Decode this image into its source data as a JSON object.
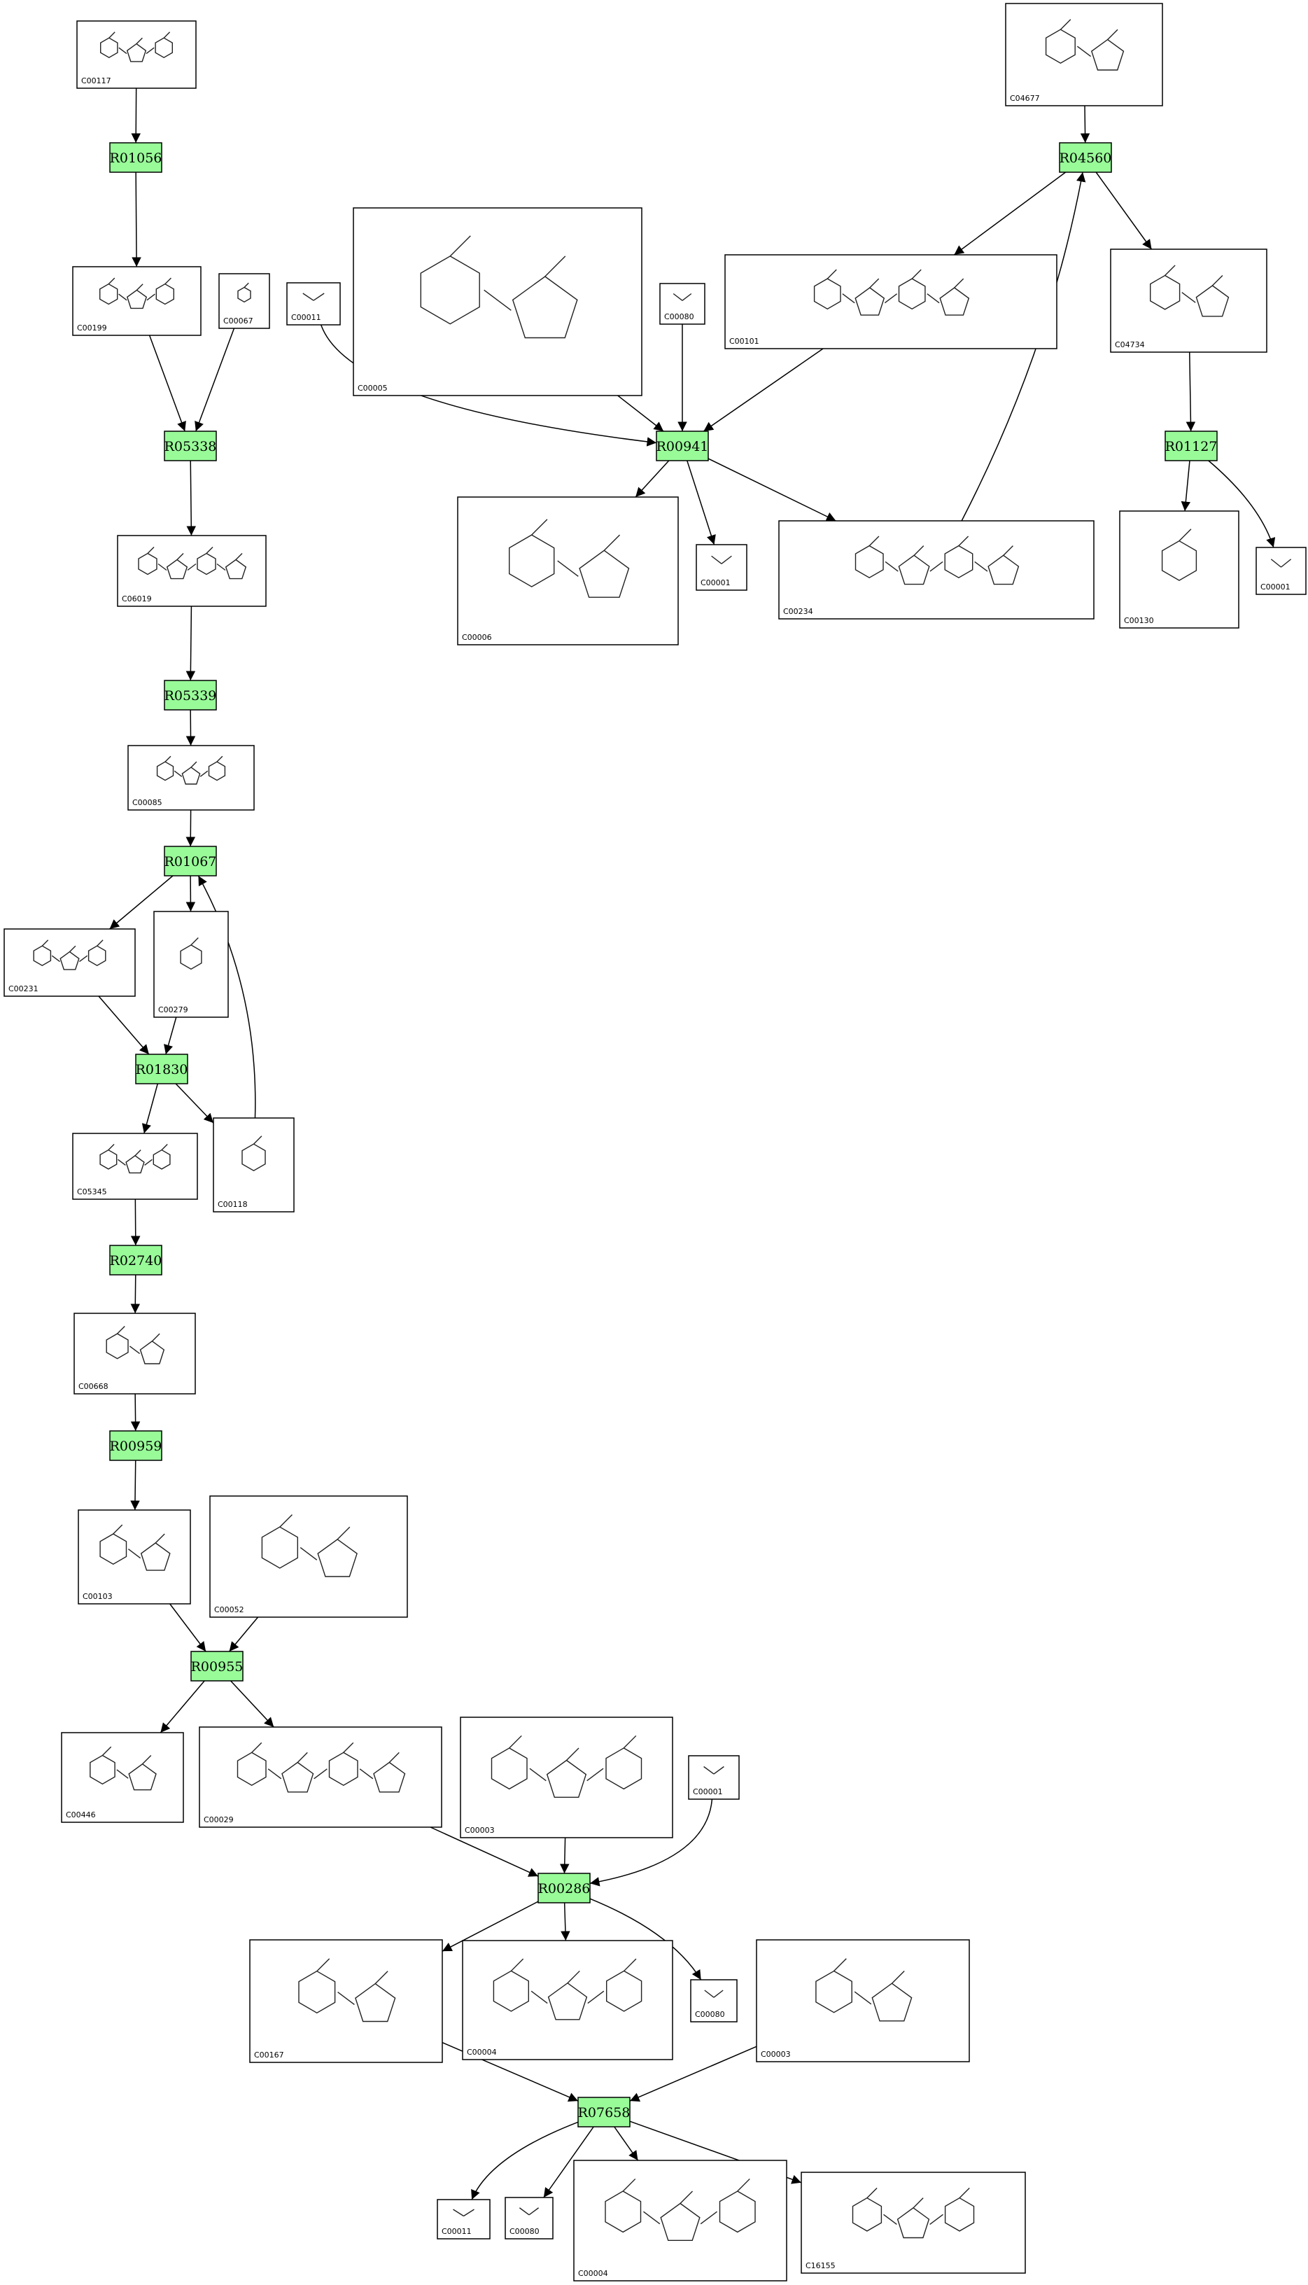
{
  "reactions": [
    {
      "id": "R01056"
    },
    {
      "id": "R05338"
    },
    {
      "id": "R05339"
    },
    {
      "id": "R01067"
    },
    {
      "id": "R01830"
    },
    {
      "id": "R02740"
    },
    {
      "id": "R00959"
    },
    {
      "id": "R00955"
    },
    {
      "id": "R00286"
    },
    {
      "id": "R07658"
    },
    {
      "id": "R04560"
    },
    {
      "id": "R00941"
    },
    {
      "id": "R01127"
    }
  ],
  "compounds": [
    {
      "id": "C00117"
    },
    {
      "id": "C00199"
    },
    {
      "id": "C00067"
    },
    {
      "id": "C06019"
    },
    {
      "id": "C00085"
    },
    {
      "id": "C00231"
    },
    {
      "id": "C00279"
    },
    {
      "id": "C05345"
    },
    {
      "id": "C00118"
    },
    {
      "id": "C00668"
    },
    {
      "id": "C00103"
    },
    {
      "id": "C00052"
    },
    {
      "id": "C00446"
    },
    {
      "id": "C00029"
    },
    {
      "id": "C00003",
      "key": "C00003a"
    },
    {
      "id": "C00001",
      "key": "C00001a"
    },
    {
      "id": "C00167"
    },
    {
      "id": "C00004",
      "key": "C00004a"
    },
    {
      "id": "C00080",
      "key": "C00080a"
    },
    {
      "id": "C00003",
      "key": "C00003b"
    },
    {
      "id": "C00011",
      "key": "C00011a"
    },
    {
      "id": "C00080",
      "key": "C00080b"
    },
    {
      "id": "C00004",
      "key": "C00004b"
    },
    {
      "id": "C16155"
    },
    {
      "id": "C04677"
    },
    {
      "id": "C00005"
    },
    {
      "id": "C00011",
      "key": "C00011b"
    },
    {
      "id": "C00080",
      "key": "C00080c"
    },
    {
      "id": "C00101"
    },
    {
      "id": "C04734"
    },
    {
      "id": "C00006"
    },
    {
      "id": "C00001",
      "key": "C00001b"
    },
    {
      "id": "C00234"
    },
    {
      "id": "C00130"
    },
    {
      "id": "C00001",
      "key": "C00001c"
    }
  ],
  "colors": {
    "reaction_fill": "#98fb98",
    "compound_fill": "#ffffff",
    "line": "#000000"
  }
}
